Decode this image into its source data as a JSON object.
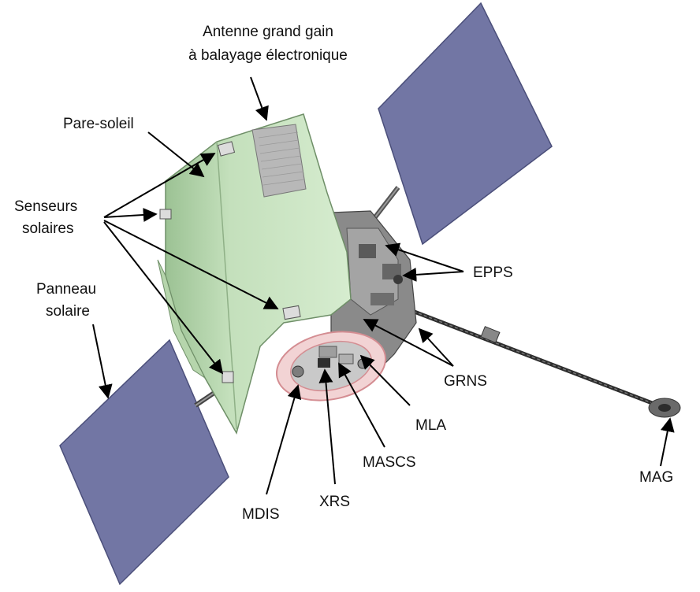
{
  "labels": {
    "antenna_line1": "Antenne grand gain",
    "antenna_line2": "à balayage électronique",
    "sunshade": "Pare-soleil",
    "sun_sensors_line1": "Senseurs",
    "sun_sensors_line2": "solaires",
    "solar_panel_line1": "Panneau",
    "solar_panel_line2": "solaire",
    "epps": "EPPS",
    "grns": "GRNS",
    "mla": "MLA",
    "mascs": "MASCS",
    "xrs": "XRS",
    "mdis": "MDIS",
    "mag": "MAG"
  },
  "colors": {
    "panel": "#7276a4",
    "panel_edge": "#4b4f7a",
    "sunshade": "#cfe6c6",
    "sunshade_shadow": "#a9cba0",
    "body": "#8a8a8a",
    "ring": "#e7a9ad",
    "arrow": "#000000"
  }
}
